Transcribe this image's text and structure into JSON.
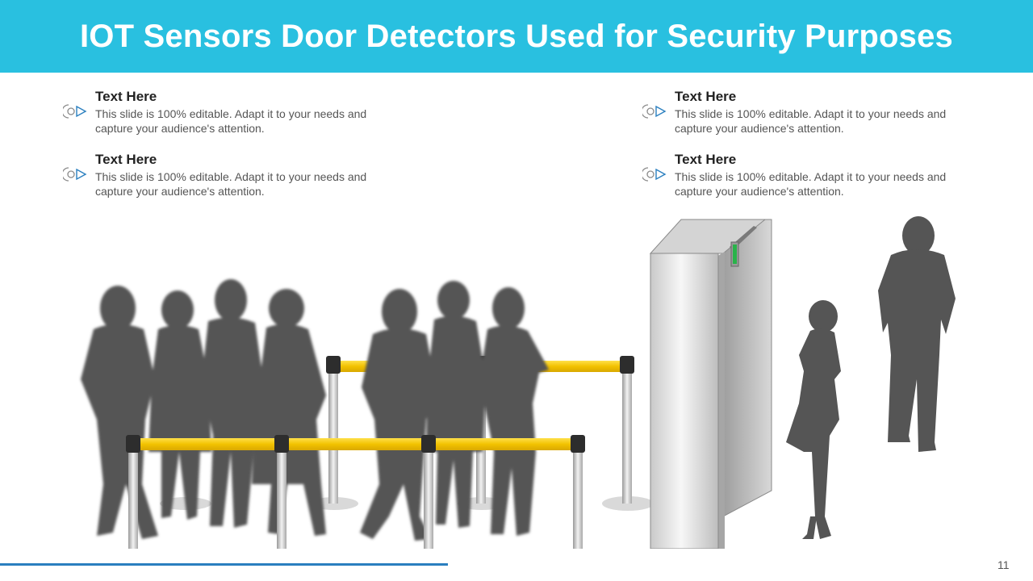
{
  "slide": {
    "title": "IOT Sensors Door Detectors Used for Security Purposes",
    "page_number": "11",
    "accent_color": "#29c0e0",
    "line_color": "#2a7fbf"
  },
  "items": [
    {
      "heading": "Text Here",
      "body": "This slide is 100% editable. Adapt it to your needs and capture your audience's attention.",
      "icon": "sensor-icon"
    },
    {
      "heading": "Text Here",
      "body": "This slide is 100% editable. Adapt it to your needs and capture your audience's attention.",
      "icon": "sensor-icon"
    },
    {
      "heading": "Text Here",
      "body": "This slide is 100% editable. Adapt it to your needs and capture your audience's attention.",
      "icon": "sensor-icon"
    },
    {
      "heading": "Text Here",
      "body": "This slide is 100% editable. Adapt it to your needs and capture your audience's attention.",
      "icon": "sensor-icon"
    }
  ],
  "illustration": "security-scanner-queue-illustration"
}
